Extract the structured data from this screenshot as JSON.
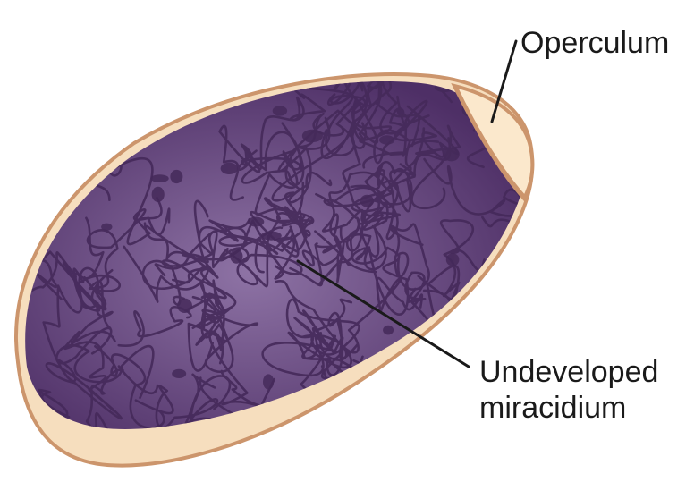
{
  "labels": {
    "operculum": "Operculum",
    "miracidium_line1": "Undeveloped",
    "miracidium_line2": "miracidium"
  },
  "colors": {
    "shell_fill": "#F6DEBE",
    "shell_outline": "#CC956C",
    "miracidium_dark": "#4E2F66",
    "miracidium_light": "#8E73A5",
    "squiggle": "#452A5A",
    "operculum_fill": "#FBE8CC",
    "leader_line": "#1a1a1a"
  }
}
